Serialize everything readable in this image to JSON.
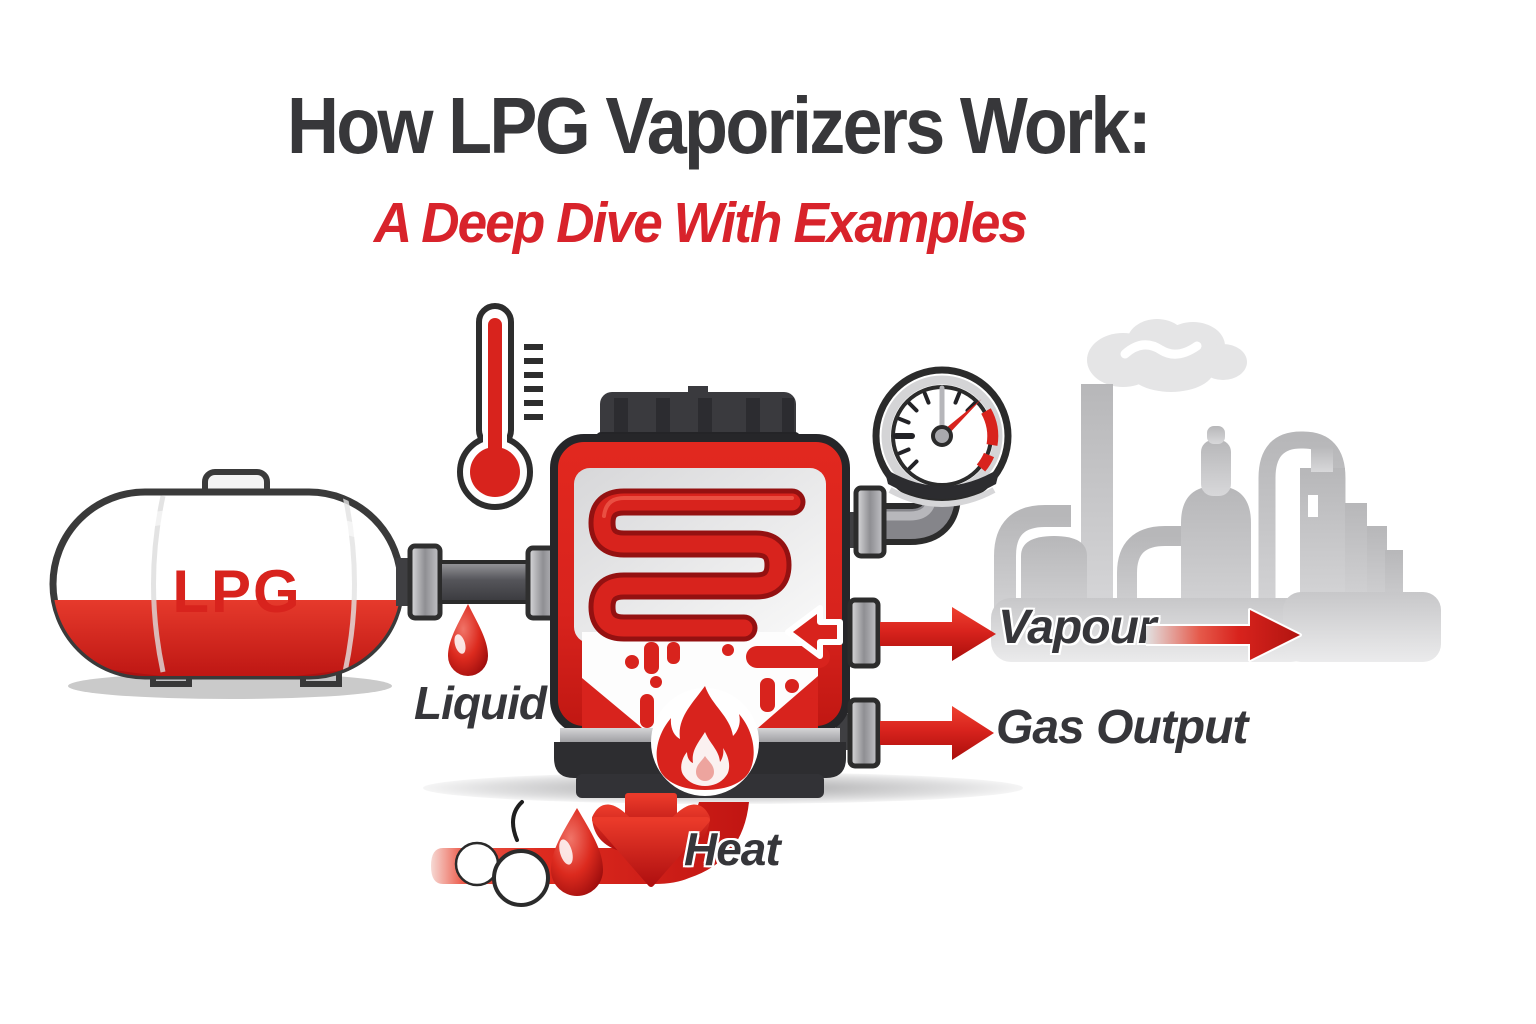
{
  "title": {
    "heading": "How LPG Vaporizers Work:",
    "subheading": "A Deep Dive With Examples"
  },
  "diagram": {
    "tank_label": "LPG",
    "liquid_label": "Liquid",
    "vapour_label": "Vapour",
    "gas_output_label": "Gas Output",
    "heat_label": "Heat"
  },
  "colors": {
    "accent_red": "#d8231d",
    "dark_charcoal": "#36363a",
    "pipe_gray": "#8a8a8e",
    "silhouette_gray": "#c6c6c8",
    "background": "#ffffff"
  },
  "icons": {
    "lpg-tank-icon": "horizontal storage tank with red liquid level",
    "thermometer-icon": "red thermometer with scale ticks",
    "pressure-gauge-icon": "dial gauge with red needle and red zone",
    "heating-coil-icon": "red serpentine heat exchanger coil",
    "flame-icon": "burner flame in white circle",
    "droplet-icon": "red liquid drop",
    "factory-silhouette-icon": "industrial plant skyline",
    "smoke-cloud-icon": "chimney smoke puff",
    "arrow-right-icon": "red flow arrow",
    "arrow-down-icon": "red heat input arrow",
    "sight-glass-icon": "pipe bubbles and valve stem"
  }
}
